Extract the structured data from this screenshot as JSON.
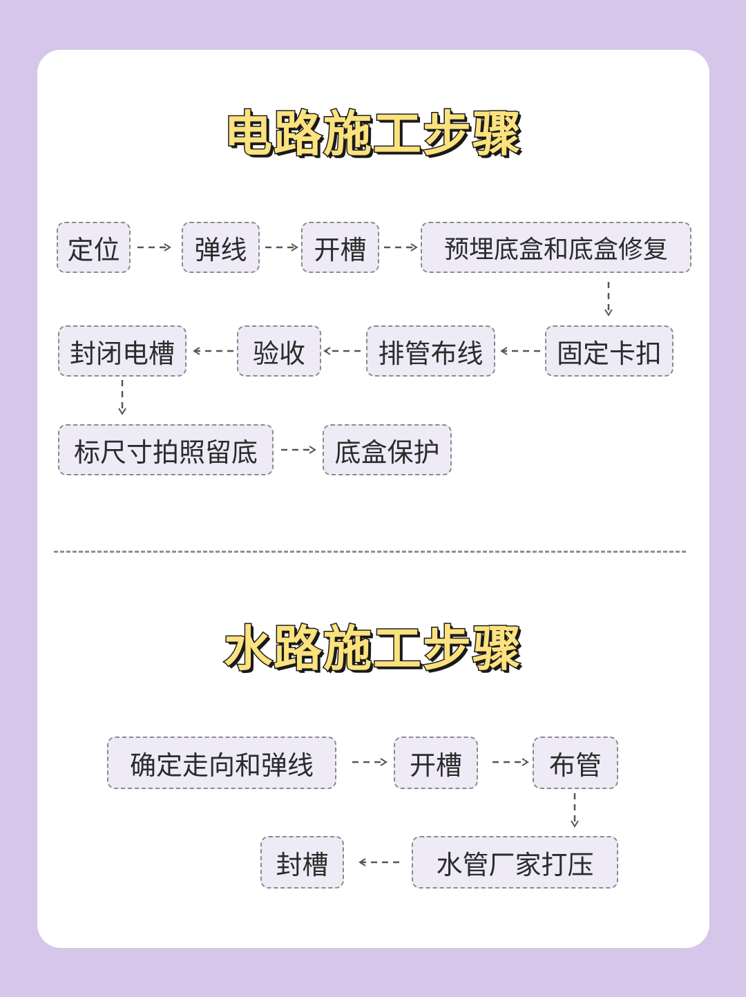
{
  "electric": {
    "title": "电路施工步骤",
    "steps": [
      "定位",
      "弹线",
      "开槽",
      "预埋底盒和底盒修复",
      "固定卡扣",
      "排管布线",
      "验收",
      "封闭电槽",
      "标尺寸拍照留底",
      "底盒保护"
    ]
  },
  "water": {
    "title": "水路施工步骤",
    "steps": [
      "确定走向和弹线",
      "开槽",
      "布管",
      "水管厂家打压",
      "封槽"
    ]
  },
  "colors": {
    "background": "#d5c6ea",
    "card": "#ffffff",
    "box_fill": "#eeebf7",
    "box_border": "#8a8a8a",
    "title_fill": "#fbe27e",
    "title_outline": "#1a1a1a"
  }
}
